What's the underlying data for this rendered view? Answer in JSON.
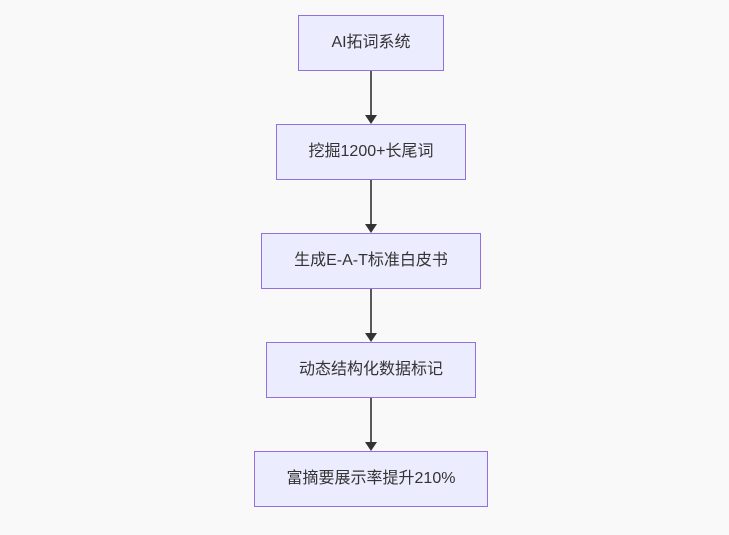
{
  "page": {
    "background_color": "#f9f9f9"
  },
  "flowchart": {
    "type": "flowchart",
    "direction": "top-down",
    "node_fill_color": "#ECECFF",
    "node_border_color": "#9370DB",
    "node_text_color": "#333333",
    "edge_color": "#333333",
    "nodes": [
      {
        "label": "AI拓词系统"
      },
      {
        "label": "挖掘1200+长尾词"
      },
      {
        "label": "生成E-A-T标准白皮书"
      },
      {
        "label": "动态结构化数据标记"
      },
      {
        "label": "富摘要展示率提升210%"
      }
    ],
    "edges": [
      {
        "from_index": 0,
        "to_index": 1
      },
      {
        "from_index": 1,
        "to_index": 2
      },
      {
        "from_index": 2,
        "to_index": 3
      },
      {
        "from_index": 3,
        "to_index": 4
      }
    ]
  }
}
